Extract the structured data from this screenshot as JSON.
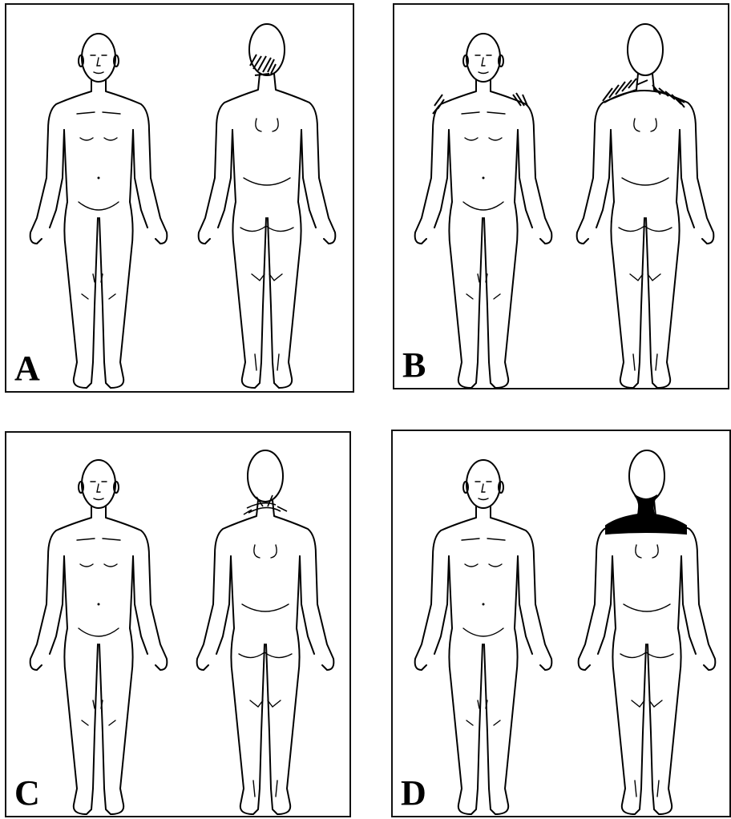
{
  "panels": [
    {
      "id": "a",
      "label": "A",
      "marking": "hatch-neck",
      "mark_color": "#000000"
    },
    {
      "id": "b",
      "label": "B",
      "marking": "hatch-shoulders-upper-back",
      "mark_color": "#000000"
    },
    {
      "id": "c",
      "label": "C",
      "marking": "sketch-neck-lines",
      "mark_color": "#000000"
    },
    {
      "id": "d",
      "label": "D",
      "marking": "solid-neck-shoulders",
      "mark_color": "#000000"
    }
  ]
}
